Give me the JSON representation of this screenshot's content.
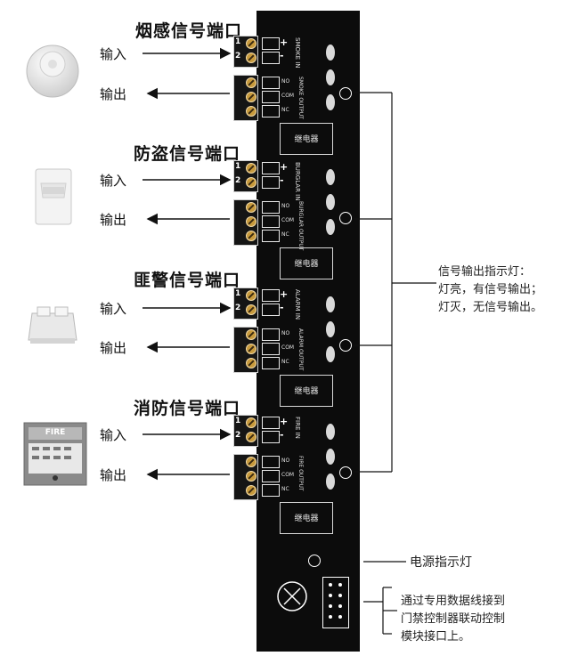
{
  "ports": [
    {
      "title": "烟感信号端口",
      "input": "输入",
      "output": "输出",
      "in_pins": [
        "+",
        "-"
      ],
      "in_tag": "SMOKE IN",
      "out_pins": [
        "NO",
        "COM",
        "NC"
      ],
      "out_tag": "SMOKE OUTPUT",
      "relay": "继电器"
    },
    {
      "title": "防盗信号端口",
      "input": "输入",
      "output": "输出",
      "in_pins": [
        "+",
        "-"
      ],
      "in_tag": "BURGLAR IN",
      "out_pins": [
        "NO",
        "COM",
        "NC"
      ],
      "out_tag": "BURGLAR OUTPUT",
      "relay": "继电器"
    },
    {
      "title": "匪警信号端口",
      "input": "输入",
      "output": "输出",
      "in_pins": [
        "+",
        "-"
      ],
      "in_tag": "ALARM IN",
      "out_pins": [
        "NO",
        "COM",
        "NC"
      ],
      "out_tag": "ALARM OUTPUT",
      "relay": "继电器"
    },
    {
      "title": "消防信号端口",
      "input": "输入",
      "output": "输出",
      "in_pins": [
        "+",
        "-"
      ],
      "in_tag": "FIRE IN",
      "out_pins": [
        "NO",
        "COM",
        "NC"
      ],
      "out_tag": "FIRE OUTPUT",
      "relay": "继电器"
    }
  ],
  "terminal_numbers": [
    "1",
    "2"
  ],
  "indicator_note": {
    "line1": "信号输出指示灯：",
    "line2": "灯亮，有信号输出；",
    "line3": "灯灭，无信号输出。"
  },
  "power_led_label": "电源指示灯",
  "connector_note": {
    "line1": "通过专用数据线接到",
    "line2": "门禁控制器联动控制",
    "line3": "模块接口上。"
  },
  "device_fire_label": "FIRE"
}
